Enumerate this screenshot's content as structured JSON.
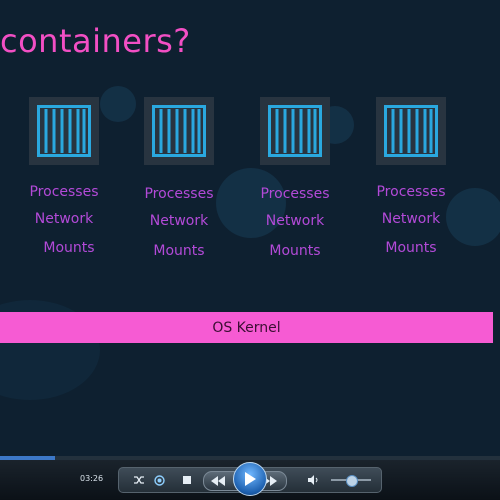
{
  "slide": {
    "title": "containers?",
    "containers": [
      {
        "processes": "Processes",
        "network": "Network",
        "mounts": "Mounts"
      },
      {
        "processes": "Processes",
        "network": "Network",
        "mounts": "Mounts"
      },
      {
        "processes": "Processes",
        "network": "Network",
        "mounts": "Mounts"
      },
      {
        "processes": "Processes",
        "network": "Network",
        "mounts": "Mounts"
      }
    ],
    "kernel_label": "OS Kernel"
  },
  "player": {
    "current_time": "03:26",
    "progress": 0.11,
    "volume": 0.5,
    "icons": [
      "shuffle-icon",
      "repeat-icon",
      "stop-icon",
      "rewind-icon",
      "play-icon",
      "fast-forward-icon",
      "speaker-icon"
    ]
  },
  "colors": {
    "title": "#f24fc4",
    "caption": "#b34ad8",
    "kernel_bar": "#f65bd3",
    "container_icon": "#2aa8df"
  }
}
